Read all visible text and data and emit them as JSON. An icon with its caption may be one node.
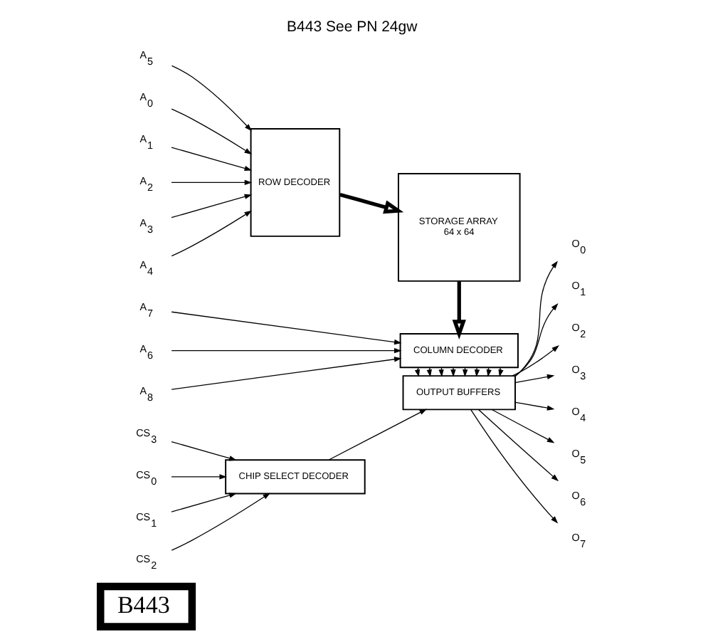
{
  "diagram": {
    "title": "B443 See PN 24gw",
    "nodes": [
      {
        "text": [
          "B443"
        ]
      },
      {
        "text": [
          "A$_{0}$"
        ]
      },
      {
        "text": [
          "A$_{1}$"
        ]
      },
      {
        "text": [
          "A$_{2}$"
        ]
      },
      {
        "text": [
          "A$_{3}$"
        ]
      },
      {
        "text": [
          "A$_{4}$"
        ]
      },
      {
        "text": [
          "A$_{5}$"
        ]
      },
      {
        "text": [
          "ROW DECODER"
        ]
      },
      {
        "text": [
          "STORAGE ARRAY",
          "64 x 64"
        ]
      },
      {
        "text": [
          "A$_{6}$"
        ]
      },
      {
        "text": [
          "A$_{7}$"
        ]
      },
      {
        "text": [
          "A$_{8}$"
        ]
      },
      {
        "text": [
          "COLUMN DECODER"
        ]
      },
      {
        "text": [
          "CS$_{0}$"
        ]
      },
      {
        "text": [
          "CS$_{1}$"
        ]
      },
      {
        "text": [
          "CS$_{2}$"
        ]
      },
      {
        "text": [
          "CS$_{3}$"
        ]
      },
      {
        "text": [
          "CHIP SELECT DECODER"
        ]
      },
      {
        "text": [
          "OUTPUT BUFFERS"
        ]
      },
      {
        "text": [
          "O$_{0}$"
        ]
      },
      {
        "text": [
          "O$_{1}$"
        ]
      },
      {
        "text": [
          "O$_{2}$"
        ]
      },
      {
        "text": [
          "O$_{3}$"
        ]
      },
      {
        "text": [
          "O$_{4}$"
        ]
      },
      {
        "text": [
          "O$_{5}$"
        ]
      },
      {
        "text": [
          "O$_{6}$"
        ]
      },
      {
        "text": [
          "O$_{7}$"
        ]
      }
    ],
    "edges": [
      {
        "from": 1,
        "to": 7,
        "arrow": "to"
      },
      {
        "from": 2,
        "to": 7,
        "arrow": "to"
      },
      {
        "from": 3,
        "to": 7,
        "arrow": "to"
      },
      {
        "from": 4,
        "to": 7,
        "arrow": "to"
      },
      {
        "from": 5,
        "to": 7,
        "arrow": "to"
      },
      {
        "from": 6,
        "to": 7,
        "arrow": "to"
      },
      {
        "from": 7,
        "to": 8,
        "arrow": "to",
        "style": "thick"
      },
      {
        "from": 8,
        "to": 12,
        "arrow": "to",
        "style": "thick"
      },
      {
        "from": 9,
        "to": 12,
        "arrow": "to"
      },
      {
        "from": 10,
        "to": 12,
        "arrow": "to"
      },
      {
        "from": 11,
        "to": 12,
        "arrow": "to"
      },
      {
        "from": 12,
        "to": 18,
        "arrow": "to"
      },
      {
        "from": 12,
        "to": 18,
        "arrow": "to"
      },
      {
        "from": 12,
        "to": 18,
        "arrow": "to"
      },
      {
        "from": 12,
        "to": 18,
        "arrow": "to"
      },
      {
        "from": 12,
        "to": 18,
        "arrow": "to"
      },
      {
        "from": 12,
        "to": 18,
        "arrow": "to"
      },
      {
        "from": 12,
        "to": 18,
        "arrow": "to"
      },
      {
        "from": 12,
        "to": 18,
        "arrow": "to"
      },
      {
        "from": 13,
        "to": 17,
        "arrow": "to"
      },
      {
        "from": 14,
        "to": 17,
        "arrow": "to"
      },
      {
        "from": 15,
        "to": 17,
        "arrow": "to"
      },
      {
        "from": 16,
        "to": 17,
        "arrow": "to"
      },
      {
        "from": 17,
        "to": 18,
        "arrow": "to"
      },
      {
        "from": 18,
        "to": 19,
        "arrow": "to"
      },
      {
        "from": 18,
        "to": 20,
        "arrow": "to"
      },
      {
        "from": 18,
        "to": 21,
        "arrow": "to"
      },
      {
        "from": 18,
        "to": 22,
        "arrow": "to"
      },
      {
        "from": 18,
        "to": 23,
        "arrow": "to"
      },
      {
        "from": 18,
        "to": 24,
        "arrow": "to"
      },
      {
        "from": 18,
        "to": 25,
        "arrow": "to"
      },
      {
        "from": 18,
        "to": 26,
        "arrow": "to"
      }
    ]
  }
}
